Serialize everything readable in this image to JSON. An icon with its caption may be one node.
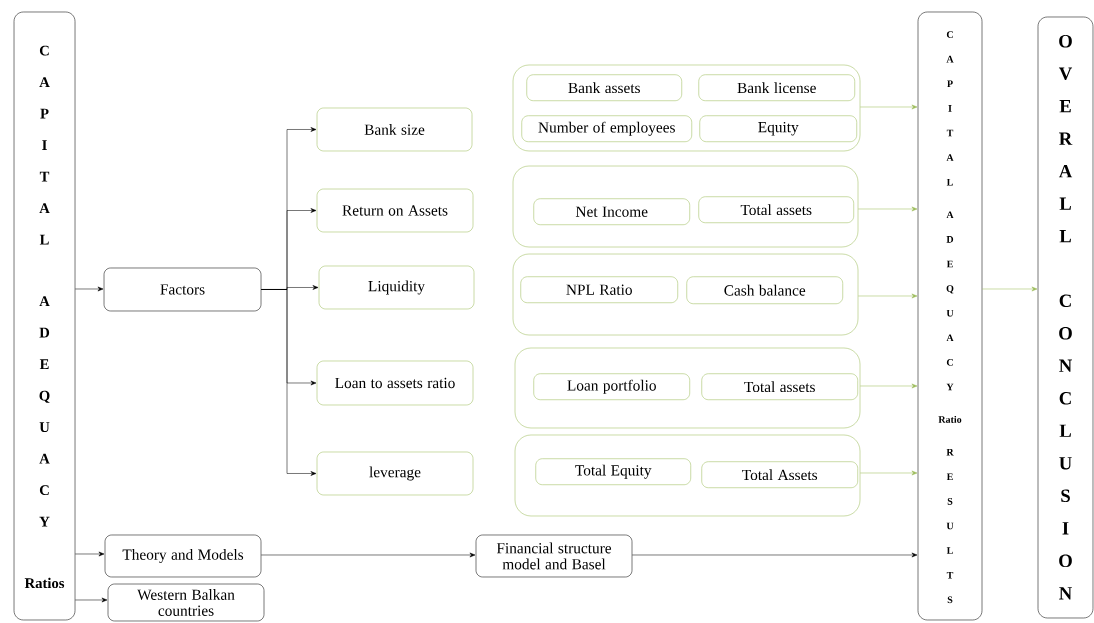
{
  "diagram": {
    "nodes": [
      {
        "text": [
          "CAPITAL ADEQUACY Ratios"
        ]
      },
      {
        "text": [
          "Factors"
        ]
      },
      {
        "text": [
          "Theory and Models"
        ]
      },
      {
        "text": [
          "Western Balkan countries"
        ]
      },
      {
        "text": [
          "Bank size"
        ]
      },
      {
        "text": [
          "Return on Assets"
        ]
      },
      {
        "text": [
          "Liquidity"
        ]
      },
      {
        "text": [
          "Loan to assets ratio"
        ]
      },
      {
        "text": [
          "leverage"
        ]
      },
      {
        "text": [],
        "shape": "box"
      },
      {
        "text": [
          "Bank assets"
        ],
        "in": 9
      },
      {
        "text": [
          "Bank license"
        ],
        "in": 9
      },
      {
        "text": [
          "Number of employees"
        ],
        "in": 9
      },
      {
        "text": [
          "Equity"
        ],
        "in": 9
      },
      {
        "text": [],
        "shape": "box"
      },
      {
        "text": [
          "Net Income"
        ],
        "in": 14
      },
      {
        "text": [
          "Total assets"
        ],
        "in": 14
      },
      {
        "text": [],
        "shape": "box"
      },
      {
        "text": [
          "NPL Ratio"
        ],
        "in": 17
      },
      {
        "text": [
          "Cash balance"
        ],
        "in": 17
      },
      {
        "text": [],
        "shape": "box"
      },
      {
        "text": [
          "Loan portfolio"
        ],
        "in": 20
      },
      {
        "text": [
          "Total assets"
        ],
        "in": 20
      },
      {
        "text": [],
        "shape": "box"
      },
      {
        "text": [
          "Total Equity"
        ],
        "in": 23
      },
      {
        "text": [
          "Total Assets"
        ],
        "in": 23
      },
      {
        "text": [
          "Financial structure model and Basel"
        ]
      },
      {
        "text": [
          "CAPITAL ADEQUACY Ratio RESULTS"
        ]
      },
      {
        "text": [
          "OVERALL CONCLUSION"
        ]
      }
    ],
    "edges": [
      {
        "from": 0,
        "to": 1,
        "arrow": "to"
      },
      {
        "from": 0,
        "to": 2,
        "arrow": "to"
      },
      {
        "from": 0,
        "to": 3,
        "arrow": "to"
      },
      {
        "from": 1,
        "to": 4,
        "arrow": "to"
      },
      {
        "from": 1,
        "to": 5,
        "arrow": "to"
      },
      {
        "from": 1,
        "to": 6,
        "arrow": "to"
      },
      {
        "from": 1,
        "to": 7,
        "arrow": "to"
      },
      {
        "from": 1,
        "to": 8,
        "arrow": "to"
      },
      {
        "from": 9,
        "to": 27,
        "arrow": "to",
        "color": "#9bbb59"
      },
      {
        "from": 14,
        "to": 27,
        "arrow": "to",
        "color": "#9bbb59"
      },
      {
        "from": 17,
        "to": 27,
        "arrow": "to",
        "color": "#9bbb59"
      },
      {
        "from": 20,
        "to": 27,
        "arrow": "to",
        "color": "#9bbb59"
      },
      {
        "from": 23,
        "to": 27,
        "arrow": "to",
        "color": "#9bbb59"
      },
      {
        "from": 2,
        "to": 26,
        "arrow": "to"
      },
      {
        "from": 26,
        "to": 27,
        "arrow": "to"
      },
      {
        "from": 27,
        "to": 28,
        "arrow": "to",
        "color": "#9bbb59"
      }
    ]
  }
}
